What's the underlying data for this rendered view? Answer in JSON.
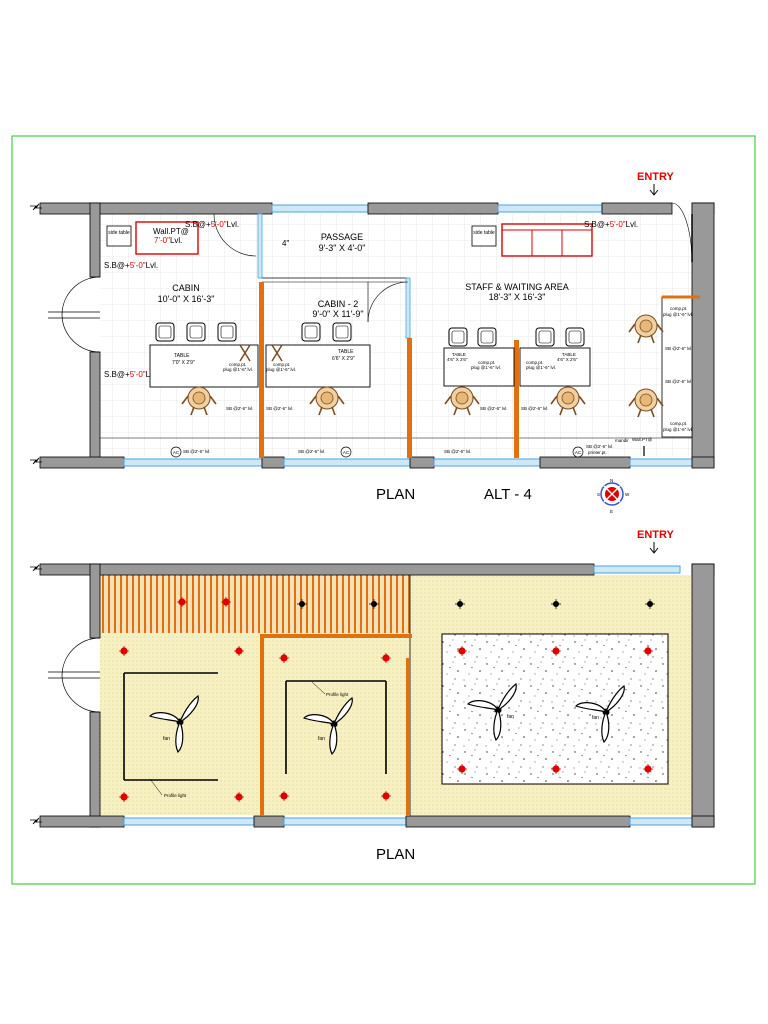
{
  "colors": {
    "frame": "#1ec81e",
    "wall": "#808080",
    "glass": "#4aa3df",
    "timber": "#e07010",
    "ceiling": "#f6f0c4",
    "light_red": "#e00000"
  },
  "plan_top": {
    "entry": "ENTRY",
    "title": "PLAN",
    "subtitle": "ALT - 4",
    "compass": {
      "n": "N",
      "s": "S",
      "e": "E",
      "w": "W"
    },
    "cabin": {
      "name": "CABIN",
      "size": "10'-0\" X 16'-3\""
    },
    "cabin2": {
      "name": "CABIN - 2",
      "size": "9'-0\" X 11'-9\""
    },
    "passage": {
      "name": "PASSAGE",
      "size": "9'-3\" X 4'-0\"",
      "dim": "4\""
    },
    "staff": {
      "name": "STAFF & WAITING AREA",
      "size": "18'-3\" X 16'-3\""
    },
    "side_table": "side table",
    "wall_pt": "Wall.PT@",
    "wall_pt_lvl_value": "7'-0\"",
    "lvl": "Lvl.",
    "sb_plus": "S.B@+",
    "five_ft": "5'-0\"",
    "sb_left": "S.B@+5'-0\"Lvl.",
    "table1": {
      "label": "TABLE",
      "size": "7'0\" X 2'9\""
    },
    "table2": {
      "label": "TABLE",
      "size": "6'6\" X 2'9\""
    },
    "table3": {
      "label": "TABLE",
      "size": "4'6\" X 2'6\""
    },
    "table4": {
      "label": "TABLE",
      "size": "4'6\" X 2'6\""
    },
    "comp_pt": "comp.pt.",
    "plug_1ft6": "plug @1'-6\" lvl.",
    "sb_2ft6": "SB @2'-6\" lvl.",
    "ac": "AC",
    "mandir": "mandir",
    "wall_pt_lvl": "Wall.PT@",
    "printer_pt": "printer.pt."
  },
  "plan_bottom": {
    "entry": "ENTRY",
    "title": "PLAN",
    "fan": "fan",
    "profile_light": "Profile light"
  }
}
